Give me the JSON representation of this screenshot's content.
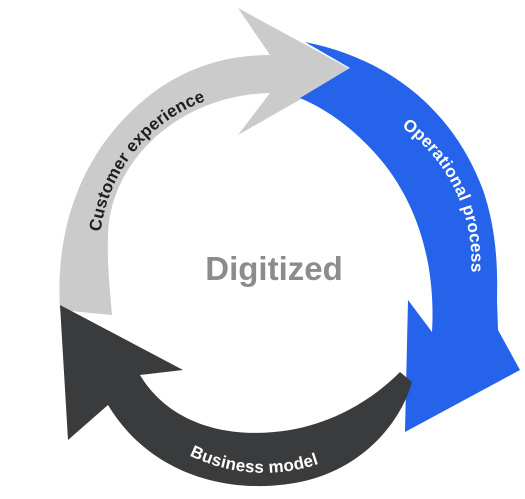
{
  "diagram": {
    "center_label": "Digitized",
    "segments": [
      {
        "label": "Customer experience",
        "color": "#cbcbcb",
        "text_color": "#1e1e1e"
      },
      {
        "label": "Operational process",
        "color": "#2563eb",
        "text_color": "#ffffff"
      },
      {
        "label": "Business model",
        "color": "#3a3b3d",
        "text_color": "#ffffff"
      }
    ],
    "colors": {
      "center_text": "#8c8c8c",
      "background": "#ffffff"
    }
  }
}
